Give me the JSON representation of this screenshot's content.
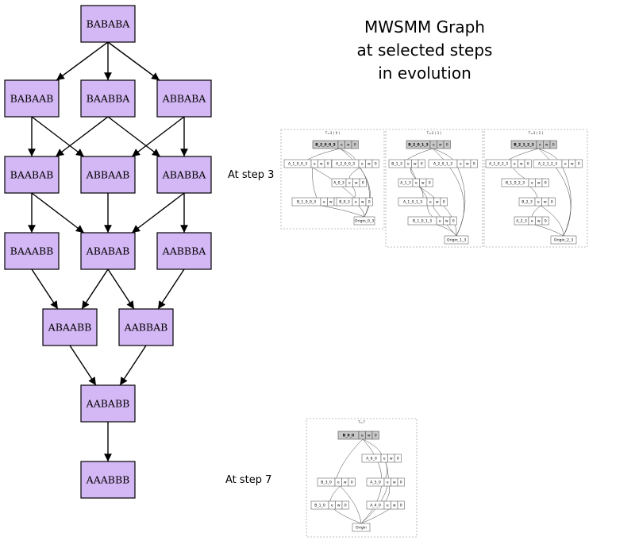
{
  "heading": {
    "line1": "MWSMM Graph",
    "line2": "at selected steps",
    "line3": "in evolution"
  },
  "colors": {
    "node_fill": "#d4b8f5",
    "node_stroke": "#000000",
    "panel_border": "#aaaaaa",
    "record_head_fill": "#c8c8c8"
  },
  "nodes": {
    "n_bababa": "BABABA",
    "n_babaab": "BABAAB",
    "n_baabba": "BAABBA",
    "n_abbaba": "ABBABA",
    "n_baabab": "BAABAB",
    "n_abbaab": "ABBAAB",
    "n_ababba": "ABABBA",
    "n_baaabb": "BAAABB",
    "n_ababab": "ABABAB",
    "n_aabbba": "AABBBA",
    "n_abaabb": "ABAABB",
    "n_aabbab": "AABBAB",
    "n_aababb": "AABABB",
    "n_aaabbb": "AAABBB"
  },
  "steps": {
    "step3_label": "At step 3",
    "step7_label": "At step 7"
  },
  "step3_panels": [
    {
      "title": "T=3 ( 0 )",
      "head": {
        "name": "B_2_0_0_3",
        "fields": [
          "e",
          "w",
          "0"
        ]
      },
      "rows": [
        {
          "name": "A_1_0_0_3",
          "fields": [
            "e",
            "w",
            "0"
          ]
        },
        {
          "name": "A_2_0_0_3",
          "fields": [
            "e",
            "w",
            "0"
          ]
        },
        {
          "name": "A_0_3",
          "fields": [
            "e",
            "w",
            "0"
          ]
        },
        {
          "name": "B_1_0_0_3",
          "fields": [
            "e",
            "w",
            "0"
          ]
        },
        {
          "name": "B_0_3",
          "fields": [
            "e",
            "w",
            "0"
          ]
        }
      ],
      "origin": "Origin_0_3"
    },
    {
      "title": "T=3 ( 1 )",
      "head": {
        "name": "B_2_0_1_3",
        "fields": [
          "e",
          "w",
          "0"
        ]
      },
      "rows": [
        {
          "name": "B_1_3",
          "fields": [
            "e",
            "w",
            "0"
          ]
        },
        {
          "name": "A_2_0_1_3",
          "fields": [
            "e",
            "w",
            "0"
          ]
        },
        {
          "name": "A_1_3",
          "fields": [
            "e",
            "w",
            "0"
          ]
        },
        {
          "name": "A_1_0_1_3",
          "fields": [
            "e",
            "w",
            "0"
          ]
        },
        {
          "name": "B_1_0_1_3",
          "fields": [
            "e",
            "w",
            "0"
          ]
        }
      ],
      "origin": "Origin_1_3"
    },
    {
      "title": "T=3 ( 2 )",
      "head": {
        "name": "B_2_1_2_3",
        "fields": [
          "e",
          "w",
          "0"
        ]
      },
      "rows": [
        {
          "name": "A_1_0_2_3",
          "fields": [
            "e",
            "w",
            "0"
          ]
        },
        {
          "name": "A_2_1_2_3",
          "fields": [
            "e",
            "w",
            "0"
          ]
        },
        {
          "name": "B_1_0_2_3",
          "fields": [
            "e",
            "w",
            "0"
          ]
        },
        {
          "name": "B_2_3",
          "fields": [
            "e",
            "w",
            "0"
          ]
        },
        {
          "name": "A_2_3",
          "fields": [
            "e",
            "w",
            "0"
          ]
        }
      ],
      "origin": "Origin_2_3"
    }
  ],
  "step7_panel": {
    "title": "T=7",
    "head": {
      "name": "B_0_0",
      "fields": [
        "e",
        "w",
        "0"
      ]
    },
    "rows": [
      {
        "name": "A_6_0",
        "fields": [
          "e",
          "w",
          "0"
        ]
      },
      {
        "name": "B_3_0",
        "fields": [
          "e",
          "w",
          "0"
        ]
      },
      {
        "name": "A_5_0",
        "fields": [
          "e",
          "w",
          "0"
        ]
      },
      {
        "name": "B_1_0",
        "fields": [
          "e",
          "w",
          "0"
        ]
      },
      {
        "name": "A_4_0",
        "fields": [
          "e",
          "w",
          "0"
        ]
      }
    ],
    "origin": "Origin"
  }
}
